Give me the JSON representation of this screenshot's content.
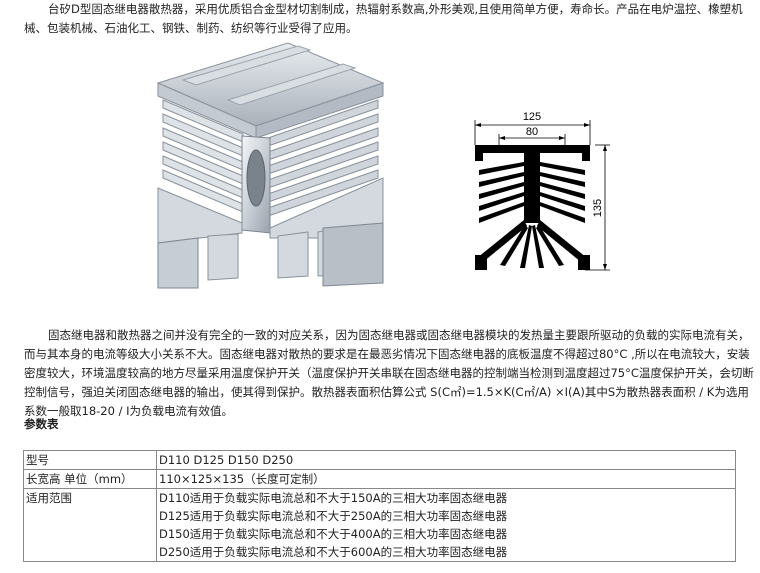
{
  "intro_text": "台矽D型固态继电器散热器，采用优质铝合金型材切割制成，热辐射系数高,外形美观,且使用简单方便，寿命长。产品在电炉温控、橡塑机械、包装机械、石油化工、钢铁、制药、纺织等行业受得了应用。",
  "diagram": {
    "dim_125": "125",
    "dim_80": "80",
    "dim_135": "135"
  },
  "body_text": "固态继电器和散热器之间并没有完全的一致的对应关系，因为固态继电器或固态继电器模块的发热量主要跟所驱动的负载的实际电流有关，而与其本身的电流等级大小关系不大。固态继电器对散热的要求是在最恶劣情况下固态继电器的底板温度不得超过80°C ,所以在电流较大，安装密度较大，环境温度较高的地方尽量采用温度保护开关（温度保护开关串联在固态继电器的控制端当检测到温度超过75°C温度保护开关，会切断控制信号，强迫关闭固态继电器的输出，使其得到保护。散热器表面积估算公式 S(C㎡)=1.5×K(C㎡/A) ×I(A)其中S为散热器表面积 / K为选用系数一般取18-20 / I为负载电流有效值。",
  "table_heading": "参数表",
  "table": {
    "rows": [
      {
        "label": "型号",
        "value": "D110 D125 D150 D250"
      },
      {
        "label": "长宽高 单位（mm）",
        "value": "110×125×135（长度可定制）"
      }
    ],
    "range_label": "适用范围",
    "range_lines": [
      "D110适用于负载实际电流总和不大于150A的三相大功率固态继电器",
      "D125适用于负载实际电流总和不大于250A的三相大功率固态继电器",
      "D150适用于负载实际电流总和不大于400A的三相大功率固态继电器",
      "D250适用于负载实际电流总和不大于600A的三相大功率固态继电器"
    ]
  }
}
